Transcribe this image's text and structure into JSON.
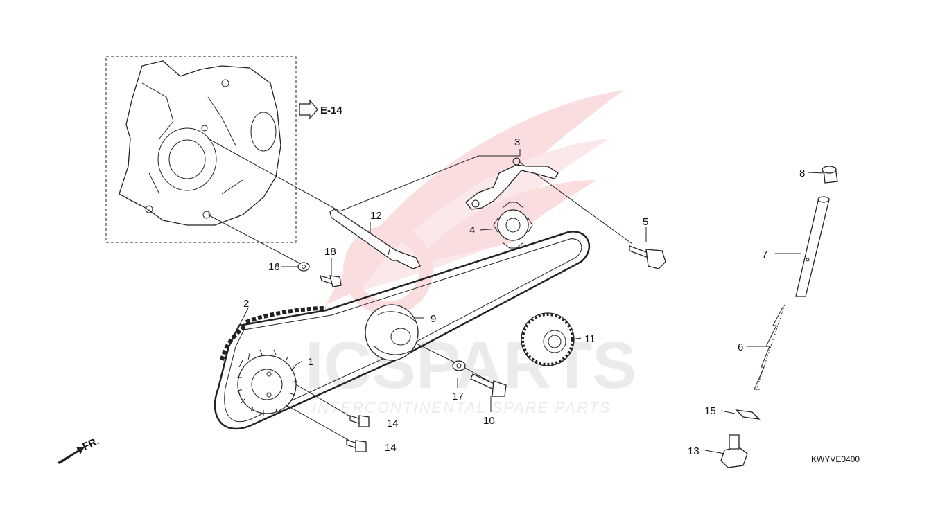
{
  "diagram": {
    "reference": "E-14",
    "code": "KWYVE0400",
    "front_label": "FR.",
    "watermark": {
      "brand": "ICSPARTS",
      "tagline": "INTERCONTINENTAL SPARE PARTS",
      "colors": {
        "red": "#e8323c",
        "grey": "#c8c8c8"
      }
    },
    "callouts": [
      "1",
      "2",
      "3",
      "4",
      "5",
      "6",
      "7",
      "8",
      "9",
      "10",
      "11",
      "12",
      "13",
      "14",
      "14",
      "15",
      "16",
      "17",
      "18"
    ]
  }
}
